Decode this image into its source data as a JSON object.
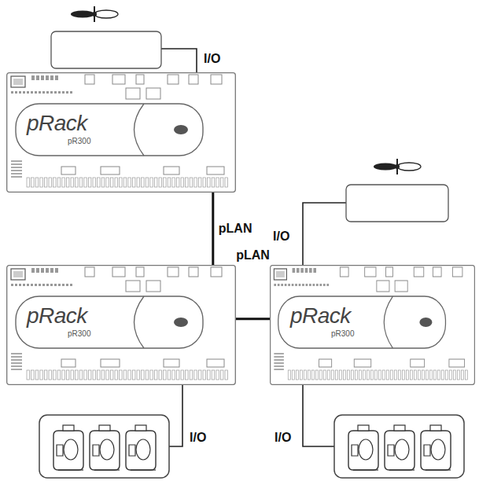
{
  "diagram": {
    "nodes": [
      {
        "text": [
          "pRack",
          "pR300"
        ]
      },
      {
        "text": [
          "pRack",
          "pR300"
        ]
      },
      {
        "text": [
          "pRack",
          "pR300"
        ]
      }
    ],
    "edges": [
      {
        "from": 0,
        "to": 1,
        "label": "pLAN",
        "arrow": "none"
      },
      {
        "from": 1,
        "to": 2,
        "label": "pLAN",
        "arrow": "none"
      }
    ],
    "labels": [
      "I/O",
      "I/O",
      "I/O",
      "I/O"
    ]
  }
}
